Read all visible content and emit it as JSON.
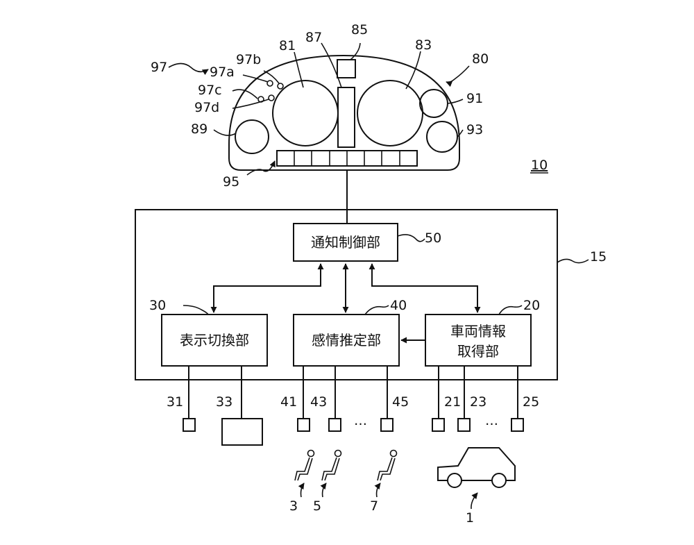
{
  "refs": {
    "r97": "97",
    "r97a": "97a",
    "r97b": "97b",
    "r97c": "97c",
    "r97d": "97d",
    "r81": "81",
    "r87": "87",
    "r85": "85",
    "r83": "83",
    "r80": "80",
    "r89": "89",
    "r91": "91",
    "r93": "93",
    "r95": "95",
    "r10": "10",
    "r50": "50",
    "r15": "15",
    "r30": "30",
    "r40": "40",
    "r20": "20",
    "r31": "31",
    "r33": "33",
    "r41": "41",
    "r43": "43",
    "r45": "45",
    "r21": "21",
    "r23": "23",
    "r25": "25",
    "r3": "3",
    "r5": "5",
    "r7": "7",
    "r1": "1"
  },
  "blocks": {
    "notification_control": "通知制御部",
    "display_switching": "表示切換部",
    "emotion_estimation": "感情推定部",
    "vehicle_info_line1": "車両情報",
    "vehicle_info_line2": "取得部"
  },
  "ellipsis": "…"
}
